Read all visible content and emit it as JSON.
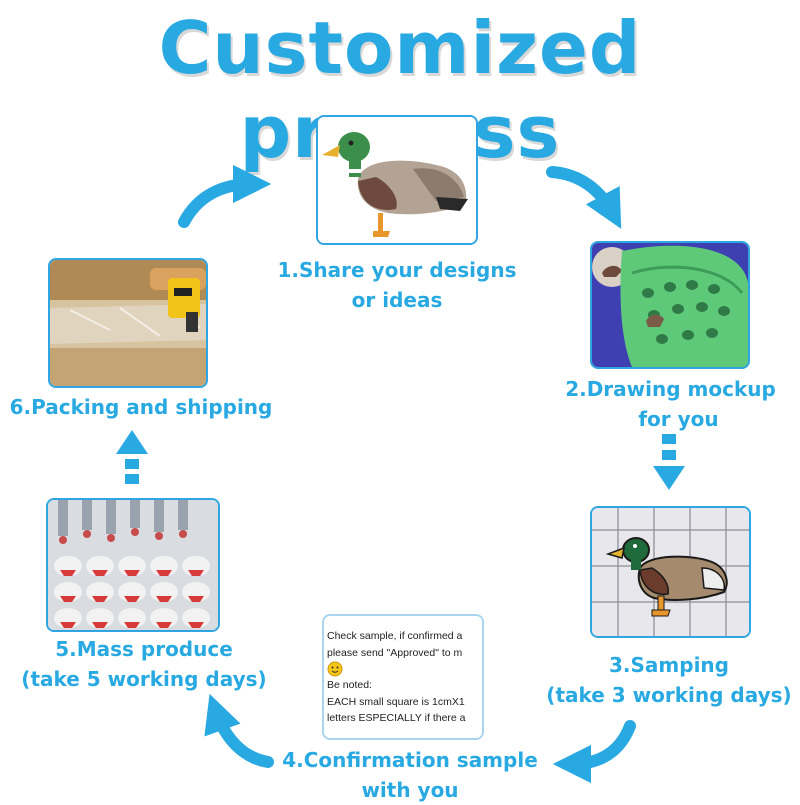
{
  "title": "Customized process",
  "steps": [
    {
      "label_line1": "1.Share your designs",
      "label_line2": "or ideas"
    },
    {
      "label_line1": "2.Drawing mockup",
      "label_line2": "for you"
    },
    {
      "label_line1": "3.Samping",
      "label_line2": "(take 3 working days)"
    },
    {
      "label_line1": "4.Confirmation sample",
      "label_line2": "with you"
    },
    {
      "label_line1": "5.Mass produce",
      "label_line2": "(take 5 working days)"
    },
    {
      "label_line1": "6.Packing and shipping",
      "label_line2": ""
    }
  ],
  "confirmation_note": {
    "line1": "Check sample, if confirmed a",
    "line2": "please send \"Approved\" to m",
    "line3": "Be noted:",
    "line4": "EACH small square is 1cmX1",
    "line5": "letters ESPECIALLY if there a"
  },
  "colors": {
    "accent": "#28a9e2",
    "frame_border": "#2fa6e3"
  },
  "icons": [
    "curved-arrow-icon",
    "dashed-down-arrow-icon",
    "dashed-up-arrow-icon",
    "emoji-icon"
  ]
}
